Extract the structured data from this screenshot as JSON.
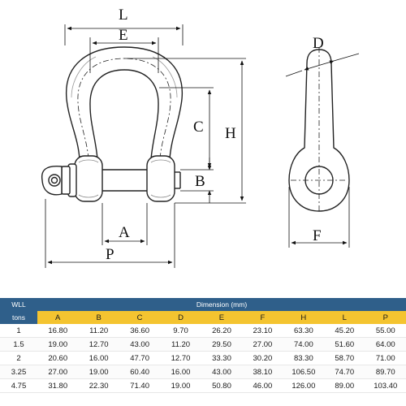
{
  "drawing": {
    "labels": {
      "L": "L",
      "E": "E",
      "C": "C",
      "H": "H",
      "B": "B",
      "A": "A",
      "P": "P",
      "D": "D",
      "F": "F"
    }
  },
  "table": {
    "wll_label": "WLL",
    "unit_label": "tons",
    "group_header": "Dimension (mm)",
    "columns": [
      "A",
      "B",
      "C",
      "D",
      "E",
      "F",
      "H",
      "L",
      "P"
    ],
    "rows": [
      {
        "wll": "1",
        "values": [
          "16.80",
          "11.20",
          "36.60",
          "9.70",
          "26.20",
          "23.10",
          "63.30",
          "45.20",
          "55.00"
        ]
      },
      {
        "wll": "1.5",
        "values": [
          "19.00",
          "12.70",
          "43.00",
          "11.20",
          "29.50",
          "27.00",
          "74.00",
          "51.60",
          "64.00"
        ]
      },
      {
        "wll": "2",
        "values": [
          "20.60",
          "16.00",
          "47.70",
          "12.70",
          "33.30",
          "30.20",
          "83.30",
          "58.70",
          "71.00"
        ]
      },
      {
        "wll": "3.25",
        "values": [
          "27.00",
          "19.00",
          "60.40",
          "16.00",
          "43.00",
          "38.10",
          "106.50",
          "74.70",
          "89.70"
        ]
      },
      {
        "wll": "4.75",
        "values": [
          "31.80",
          "22.30",
          "71.40",
          "19.00",
          "50.80",
          "46.00",
          "126.00",
          "89.00",
          "103.40"
        ]
      }
    ]
  }
}
